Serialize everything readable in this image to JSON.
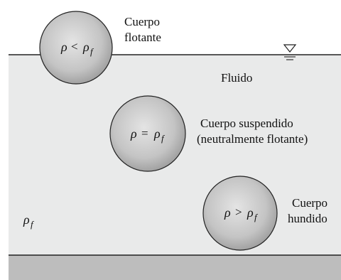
{
  "diagram": {
    "fluid_label": "Fluido",
    "fluid_density_symbol": "ρ",
    "fluid_density_subscript": "f",
    "bodies": [
      {
        "id": "floating",
        "name_line1": "Cuerpo",
        "name_line2": "flotante",
        "relation_lhs": "ρ",
        "relation_op": "<",
        "relation_rhs": "ρ",
        "relation_rhs_sub": "f"
      },
      {
        "id": "suspended",
        "name_line1": "Cuerpo suspendido",
        "name_line2": "(neutralmente flotante)",
        "relation_lhs": "ρ",
        "relation_op": "=",
        "relation_rhs": "ρ",
        "relation_rhs_sub": "f"
      },
      {
        "id": "sunk",
        "name_line1": "Cuerpo",
        "name_line2": "hundido",
        "relation_lhs": "ρ",
        "relation_op": ">",
        "relation_rhs": "ρ",
        "relation_rhs_sub": "f"
      }
    ],
    "colors": {
      "fluid": "#e9eaea",
      "bottom": "#bdbdbd",
      "sphere_light": "#e4e4e4",
      "sphere_dark": "#9a9a9a",
      "line": "#222222"
    }
  }
}
